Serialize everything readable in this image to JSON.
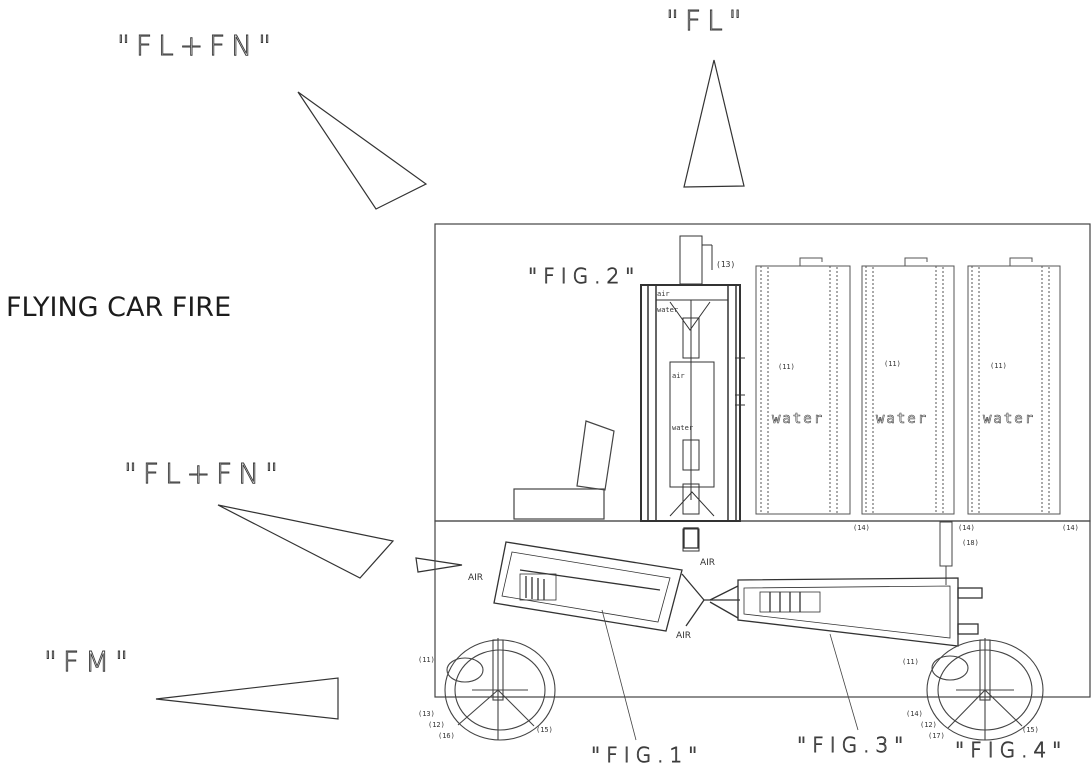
{
  "title": "FLYING CAR FIRE",
  "labels": {
    "fl_fn_top": "\"FL+FN\"",
    "fl_top": "\"FL\"",
    "fl_fn_mid": "\"FL+FN\"",
    "fm": "\"FM\"",
    "fig1": "\"FIG.1\"",
    "fig2": "\"FIG.2\"",
    "fig3": "\"FIG.3\"",
    "fig4": "\"FIG.4\""
  },
  "tanks": [
    {
      "ref": "(11)",
      "content": "water"
    },
    {
      "ref": "(11)",
      "content": "water"
    },
    {
      "ref": "(11)",
      "content": "water"
    }
  ],
  "refs": {
    "r13_top": "(13)",
    "r14_a": "(14)",
    "r14_b": "(14)",
    "r14_c": "(14)",
    "r18": "(18)",
    "r11_left": "(11)",
    "r13_left": "(13)",
    "r12_left": "(12)",
    "r16_left": "(16)",
    "r15_left": "(15)",
    "r11_right": "(11)",
    "r14_right": "(14)",
    "r12_right": "(12)",
    "r17_right": "(17)",
    "r15_right": "(15)"
  },
  "air": {
    "left": "AIR",
    "top": "AIR",
    "bottom": "AIR"
  },
  "column": {
    "air": "air",
    "water_top": "water",
    "water_mid": "water",
    "air_mid": "air"
  }
}
